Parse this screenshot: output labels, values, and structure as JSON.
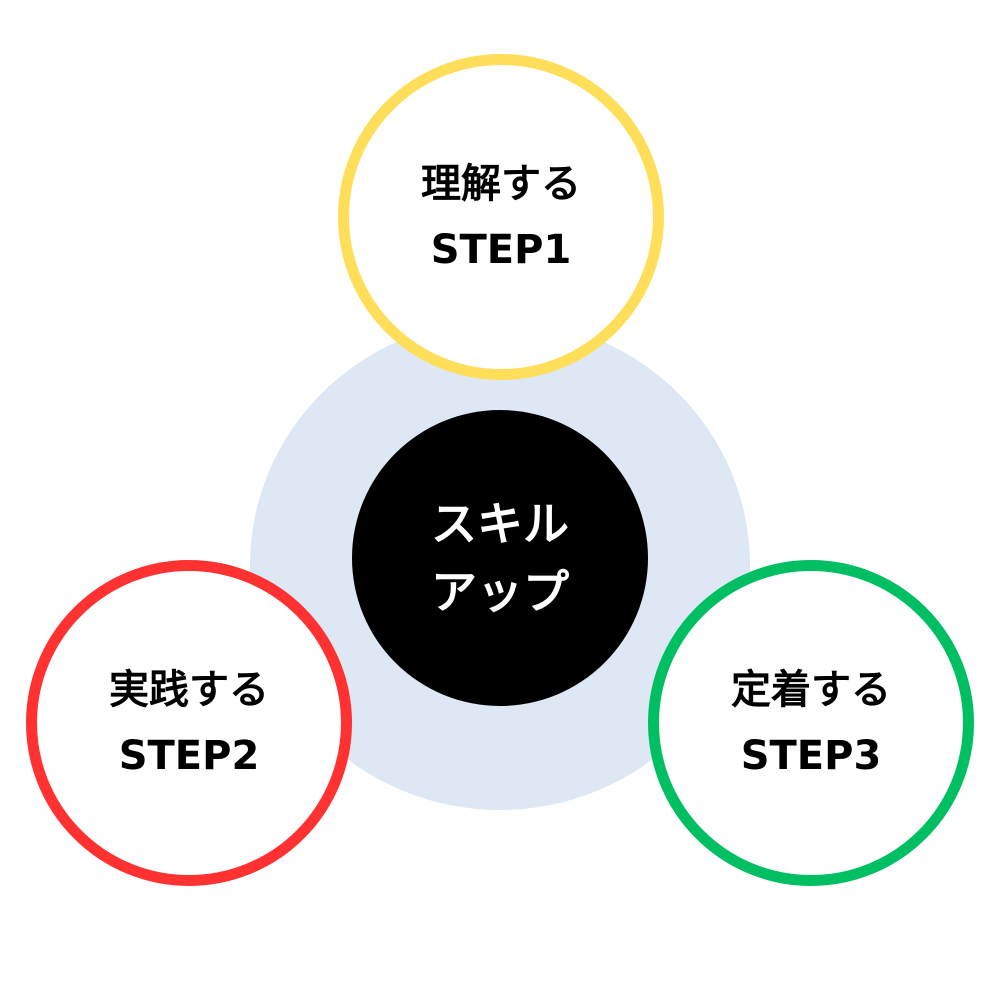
{
  "colors": {
    "background_circle": "#DDE8F4",
    "core": "#000000",
    "step1": "#FFDE59",
    "step2": "#FF3131",
    "step3": "#00BF63"
  },
  "center": {
    "line1": "スキル",
    "line2": "アップ"
  },
  "steps": [
    {
      "title": "理解する",
      "label": "STEP1"
    },
    {
      "title": "実践する",
      "label": "STEP2"
    },
    {
      "title": "定着する",
      "label": "STEP3"
    }
  ]
}
